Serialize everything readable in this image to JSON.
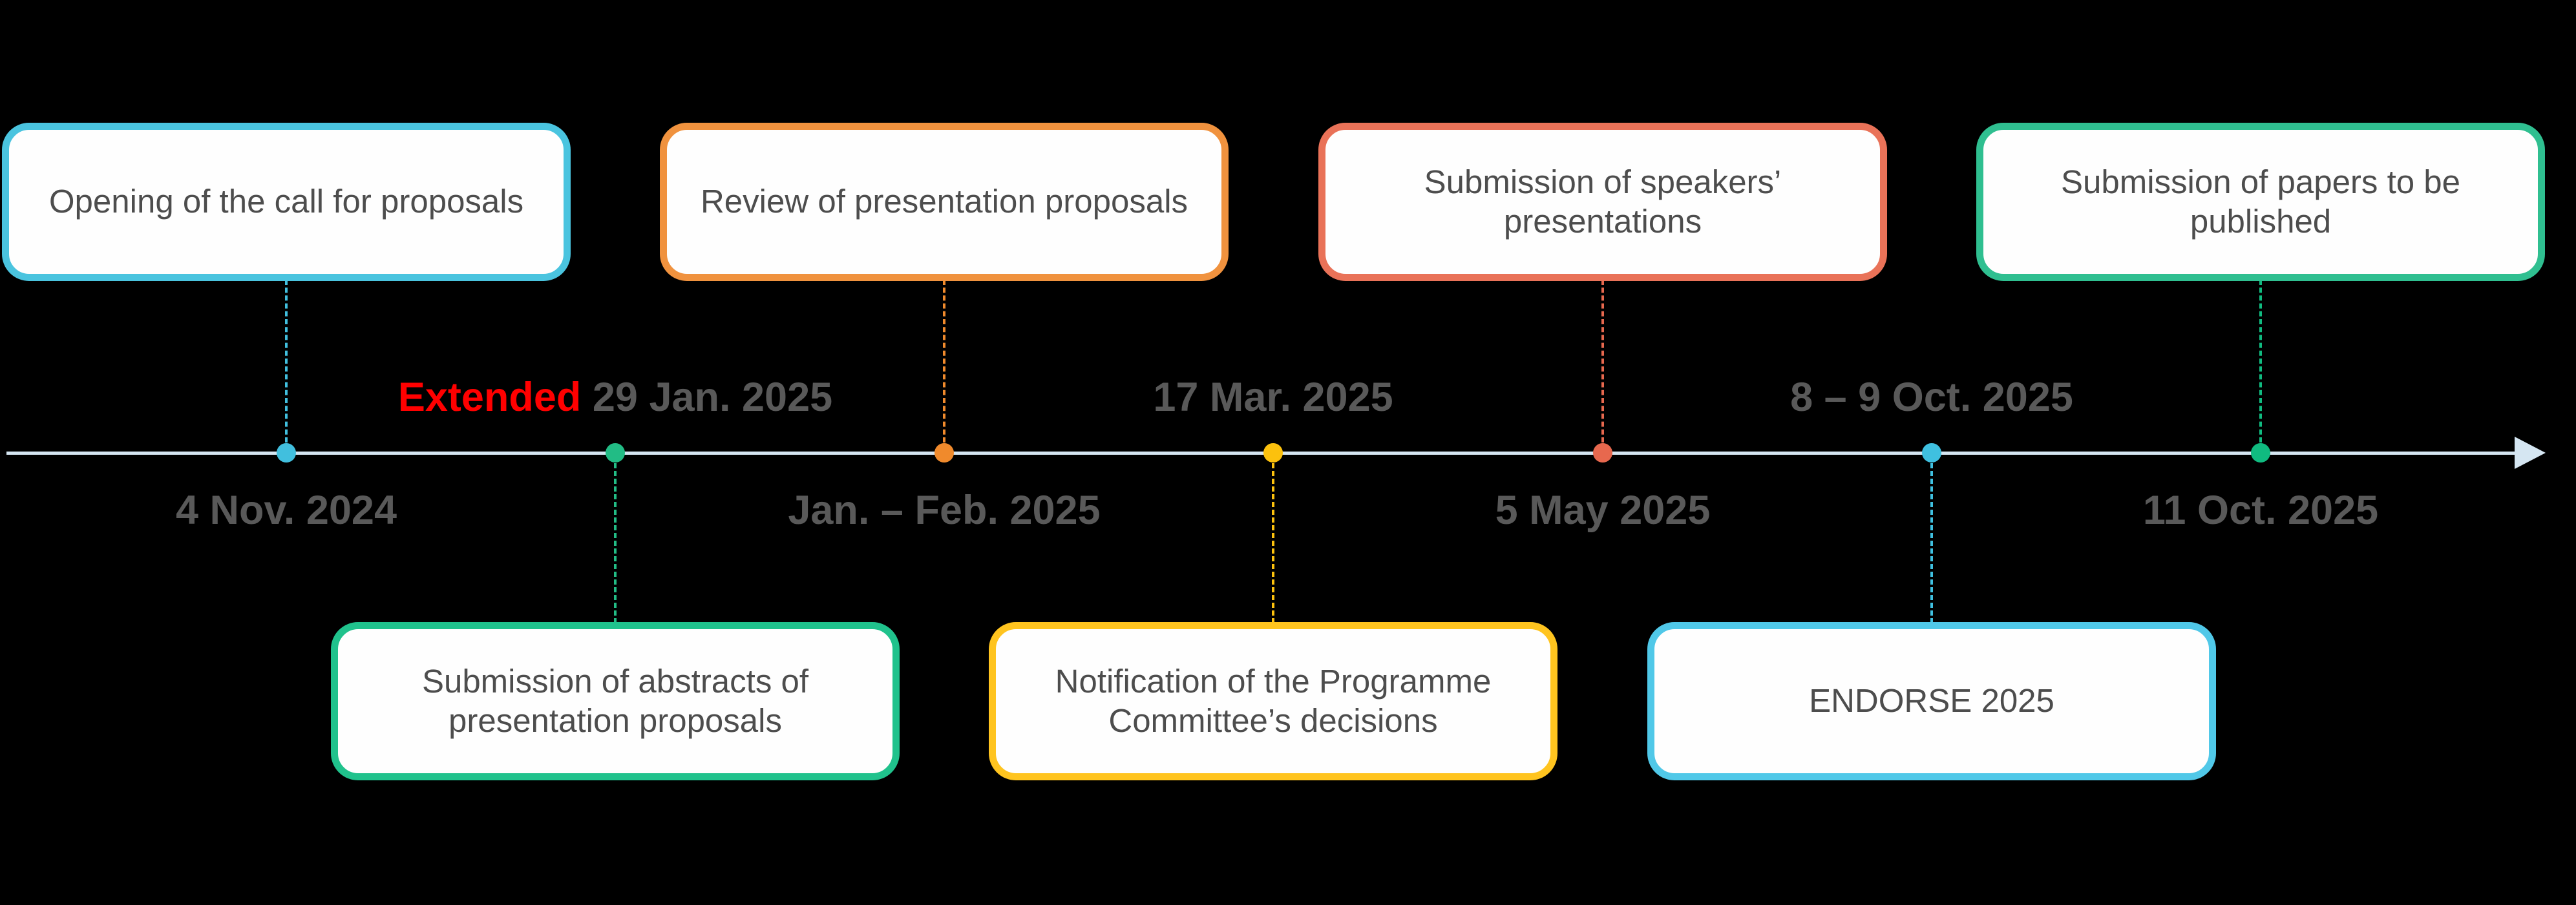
{
  "colors": {
    "bg": "#000000",
    "line-color": "#D5E6F2",
    "date-color": "#595959",
    "box-text-color": "#4D4D4D"
  },
  "timeline": {
    "direction": "left-to-right",
    "arrow": "right"
  },
  "milestones": [
    {
      "dot_color": "#41BFDE",
      "date": "4 Nov. 2024",
      "date_position": "below",
      "box": {
        "label": "Opening of the call for proposals",
        "position": "top",
        "border_color": "#4AC4DF"
      }
    },
    {
      "dot_color": "#22BC85",
      "date_prefix": "Extended",
      "date_prefix_color": "#FF0000",
      "date": " 29 Jan. 2025",
      "date_position": "above",
      "box": {
        "label": "Submission of abstracts of presentation proposals",
        "position": "bottom",
        "border_color": "#20C28C"
      }
    },
    {
      "dot_color": "#F08A2C",
      "date": "Jan. – Feb. 2025",
      "date_position": "below",
      "box": {
        "label": "Review of presentation proposals",
        "position": "top",
        "border_color": "#F0923E"
      }
    },
    {
      "dot_color": "#FCC10D",
      "date": "17 Mar. 2025",
      "date_position": "above",
      "box": {
        "label": "Notification of the Programme Committee’s decisions",
        "position": "bottom",
        "border_color": "#FFC41F"
      }
    },
    {
      "dot_color": "#E7684E",
      "date": "5 May 2025",
      "date_position": "below",
      "box": {
        "label": "Submission of speakers’ presentations",
        "position": "top",
        "border_color": "#E97258"
      }
    },
    {
      "dot_color": "#3FC0E0",
      "date": "8 – 9 Oct. 2025",
      "date_position": "above",
      "box": {
        "label": "ENDORSE 2025",
        "position": "bottom",
        "border_color": "#50C8E8"
      }
    },
    {
      "dot_color": "#10BB80",
      "date": "11 Oct. 2025",
      "date_position": "below",
      "box": {
        "label": "Submission of papers to be published",
        "position": "top",
        "border_color": "#2FBF90"
      }
    }
  ]
}
